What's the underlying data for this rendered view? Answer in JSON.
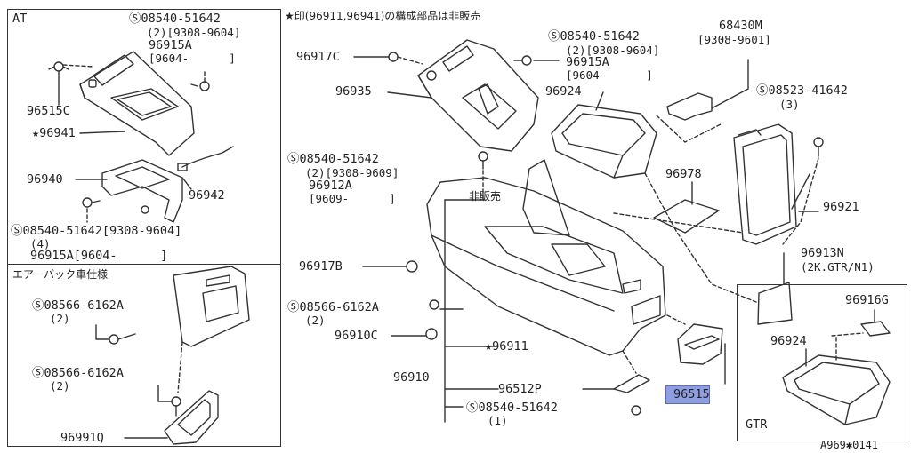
{
  "colors": {
    "line": "#333333",
    "highlight": "#8f9ee0",
    "background": "#ffffff"
  },
  "note": "★印(96911,96941)の構成部品は非販売",
  "diagram_code": "A969✱0141",
  "panels": {
    "at": {
      "title": "AT",
      "labels": {
        "s1_code": "Ⓢ08540-51642",
        "s1_qty": "(2)[9308-9604]",
        "s1_alt": "96915A",
        "s1_alt_range": "[9604-      ]",
        "grommet": "96515C",
        "bezel": "★96941",
        "bracket": "96940",
        "harness": "96942",
        "s2_code": "Ⓢ08540-51642[9308-9604]",
        "s2_qty": "(4)",
        "s2_alt": "96915A[9604-      ]"
      }
    },
    "airbag": {
      "title": "エアーバック車仕様",
      "labels": {
        "s1_code": "Ⓢ08566-6162A",
        "s1_qty": "(2)",
        "s2_code": "Ⓢ08566-6162A",
        "s2_qty": "(2)",
        "bracket": "96991Q"
      }
    },
    "gtr": {
      "title": "GTR",
      "labels": {
        "clip": "96916G",
        "tray": "96924"
      }
    }
  },
  "main": {
    "labels": {
      "clip_top": "96917C",
      "shift_panel": "96935",
      "screw_top_code": "Ⓢ08540-51642",
      "screw_top_qty": "(2)[9308-9604]",
      "screw_top_alt": "96915A",
      "screw_top_alt_range": "[9604-      ]",
      "bracket_top": "68430M",
      "bracket_top_range": "[9308-9601]",
      "screw_right_code": "Ⓢ08523-41642",
      "screw_right_qty": "(3)",
      "tray": "96924",
      "screw_mid_code": "Ⓢ08540-51642",
      "screw_mid_qty": "(2)[9308-9609]",
      "screw_mid_alt": "96912A",
      "screw_mid_alt_range": "[9609-      ]",
      "not_for_sale": "非販売",
      "mat": "96978",
      "lid": "96921",
      "clip_mid": "96917B",
      "plate": "96913N",
      "plate_spec": "(2K.GTR/N1)",
      "screw_low_code": "Ⓢ08566-6162A",
      "screw_low_qty": "(2)",
      "clip_low": "96910C",
      "console_inner": "★96911",
      "console": "96910",
      "rail": "96512P",
      "screw_bottom_code": "Ⓢ08540-51642",
      "screw_bottom_qty": "(1)",
      "pocket": "96515"
    }
  }
}
